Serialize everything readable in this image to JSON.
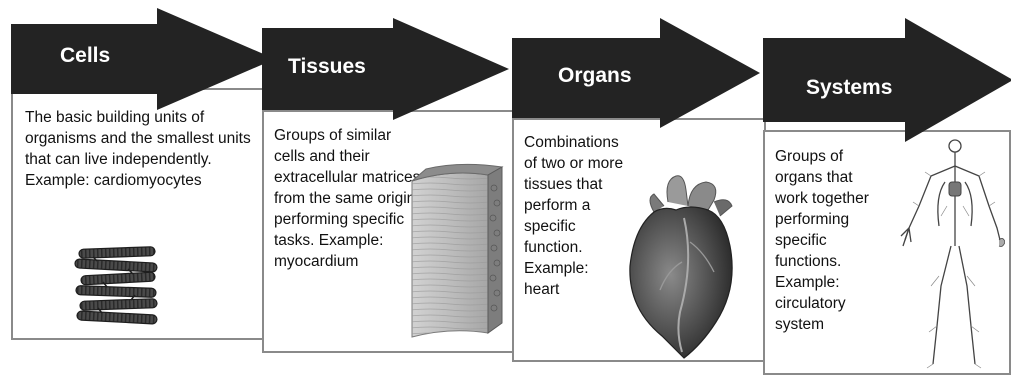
{
  "stages": [
    {
      "title": "Cells",
      "description": "The basic building units of organisms and the smallest units that can live independently. Example: cardiomyocytes",
      "illustration": "cardiomyocytes-icon"
    },
    {
      "title": "Tissues",
      "description": "Groups of similar cells and their extracellular matrices from the same origin performing specific tasks. Example: myocardium",
      "illustration": "myocardium-icon"
    },
    {
      "title": "Organs",
      "description": "Combinations of two or more tissues that perform a specific function. Example: heart",
      "illustration": "heart-icon"
    },
    {
      "title": "Systems",
      "description": "Groups of organs that work together performing specific functions. Example: circulatory system",
      "illustration": "circulatory-system-icon"
    }
  ],
  "colors": {
    "arrow": "#232323",
    "card_border": "#8a8a8a",
    "text": "#111111"
  }
}
